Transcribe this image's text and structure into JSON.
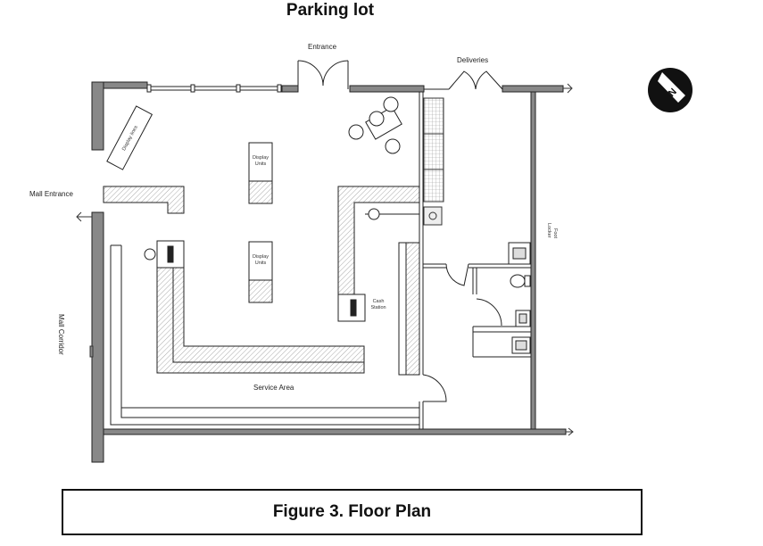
{
  "title": "Parking lot",
  "labels": {
    "entrance": "Entrance",
    "deliveries": "Deliveries",
    "mall_entrance": "Mall Entrance",
    "mall_corridor": "Mall Corridor",
    "foot_locker_1": "Foot",
    "foot_locker_2": "Locker",
    "display_units_1a": "Display",
    "display_units_1b": "Units",
    "display_units_2a": "Display",
    "display_units_2b": "Units",
    "display_lines": "Display lines",
    "cash_station_1": "Cash",
    "cash_station_2": "Station",
    "service_area": "Service Area",
    "compass": "N"
  },
  "caption": "Figure 3. Floor Plan"
}
